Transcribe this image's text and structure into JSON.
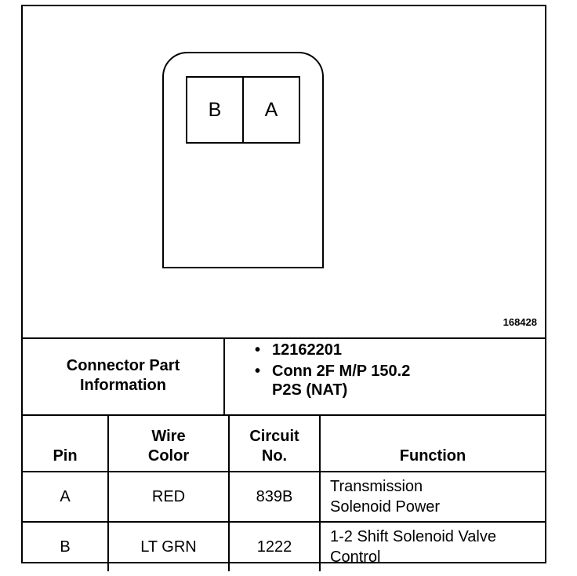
{
  "diagram": {
    "cavity_left": "B",
    "cavity_right": "A",
    "figure_number": "168428"
  },
  "connector_info": {
    "label_line1": "Connector Part",
    "label_line2": "Information",
    "part_number": "12162201",
    "description_line1": "Conn 2F M/P 150.2",
    "description_line2": "P2S (NAT)",
    "bullet": "•"
  },
  "table": {
    "headers": {
      "pin": "Pin",
      "wire_color_line1": "Wire",
      "wire_color_line2": "Color",
      "circuit_line1": "Circuit",
      "circuit_line2": "No.",
      "function": "Function"
    },
    "rows": [
      {
        "pin": "A",
        "wire_color": "RED",
        "circuit": "839B",
        "function_line1": "Transmission",
        "function_line2": "Solenoid Power"
      },
      {
        "pin": "B",
        "wire_color": "LT GRN",
        "circuit": "1222",
        "function_line1": "1-2 Shift Solenoid Valve",
        "function_line2": "Control"
      }
    ]
  }
}
